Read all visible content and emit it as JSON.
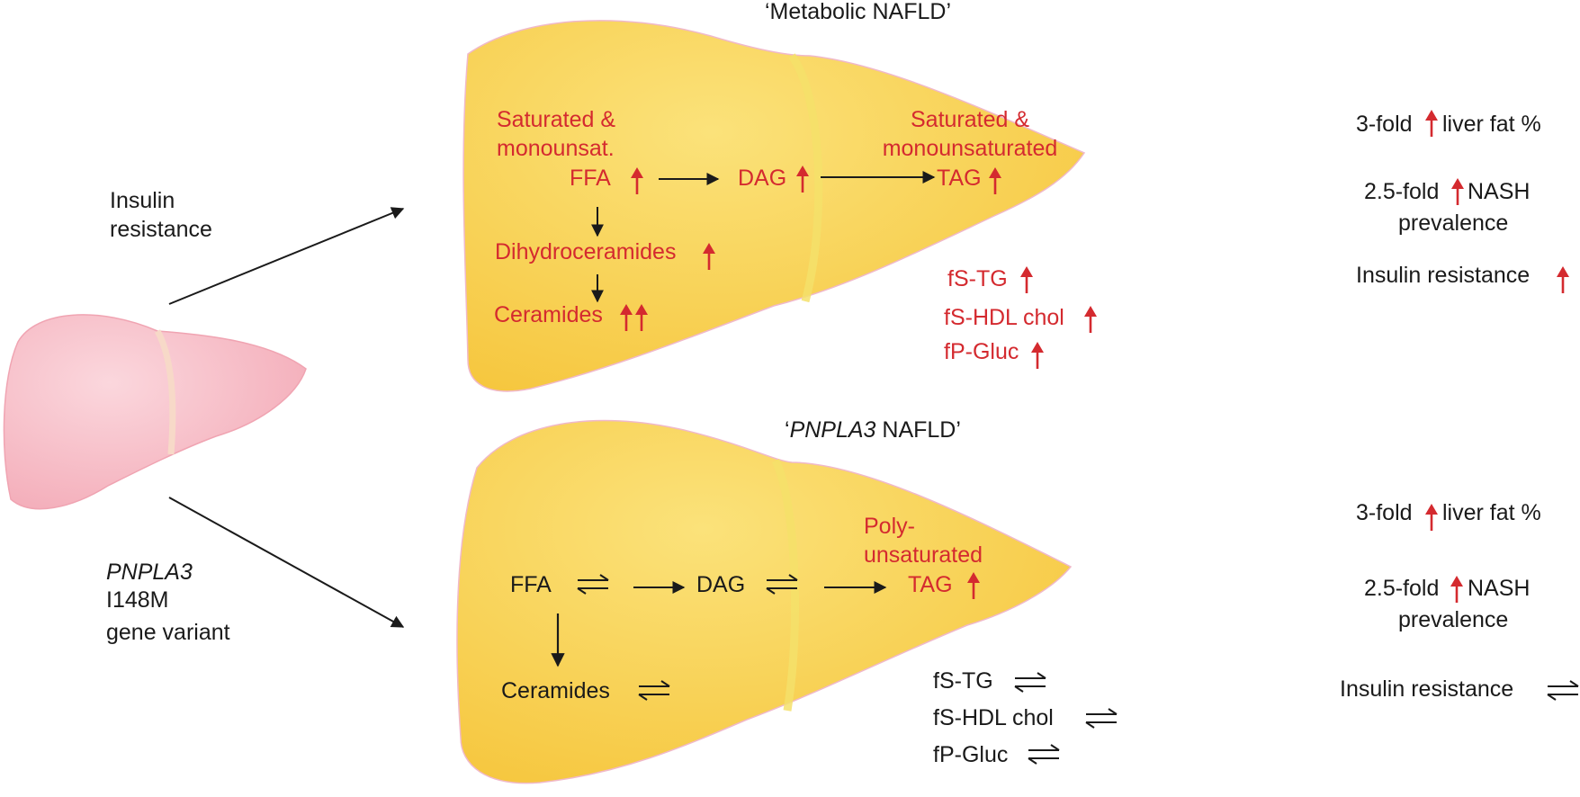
{
  "colors": {
    "liver_fill": "#f8ce47",
    "liver_light": "#f9e06f",
    "liver_edge": "#f3b6c9",
    "healthy_liver": "#f4b7c1",
    "effect_red": "#d42a2f",
    "text_black": "#1a1a1a"
  },
  "inputs": {
    "insulin_resistance": [
      "Insulin",
      "resistance"
    ],
    "gene": {
      "gene_name": "PNPLA3",
      "lines": [
        "I148M",
        "gene variant"
      ]
    }
  },
  "metabolic": {
    "title_prefix": "‘Metabolic NAFLD’",
    "liver_text": {
      "ffa_header": [
        "Saturated &",
        "monounsat."
      ],
      "ffa": "FFA",
      "dag": "DAG",
      "tag_header": [
        "Saturated &",
        "monounsaturated"
      ],
      "tag": "TAG",
      "dihydroceramides": "Dihydroceramides",
      "ceramides": "Ceramides"
    },
    "serum": [
      "fS-TG",
      "fS-HDL  chol",
      "fP-Gluc"
    ],
    "outcomes": {
      "liver_fat": [
        "3-fold",
        "liver fat %"
      ],
      "nash": [
        "2.5-fold",
        "NASH",
        "prevalence"
      ],
      "insulin": "Insulin resistance"
    }
  },
  "pnpla3": {
    "title_open": "‘",
    "title_gene": "PNPLA3",
    "title_rest": " NAFLD’",
    "liver_text": {
      "tag_header": [
        "Poly-",
        "unsaturated"
      ],
      "tag": "TAG",
      "ffa": "FFA",
      "dag": "DAG",
      "ceramides": "Ceramides"
    },
    "serum": [
      "fS-TG",
      "fS-HDL  chol",
      "fP-Gluc"
    ],
    "outcomes": {
      "liver_fat": [
        "3-fold",
        "liver fat  %"
      ],
      "nash": [
        "2.5-fold",
        "NASH",
        "prevalence"
      ],
      "insulin": "Insulin resistance"
    }
  },
  "icons": {
    "increase": "red-up-arrow-icon",
    "unchanged": "equilibrium-arrows-icon",
    "flow": "black-arrow-icon"
  }
}
